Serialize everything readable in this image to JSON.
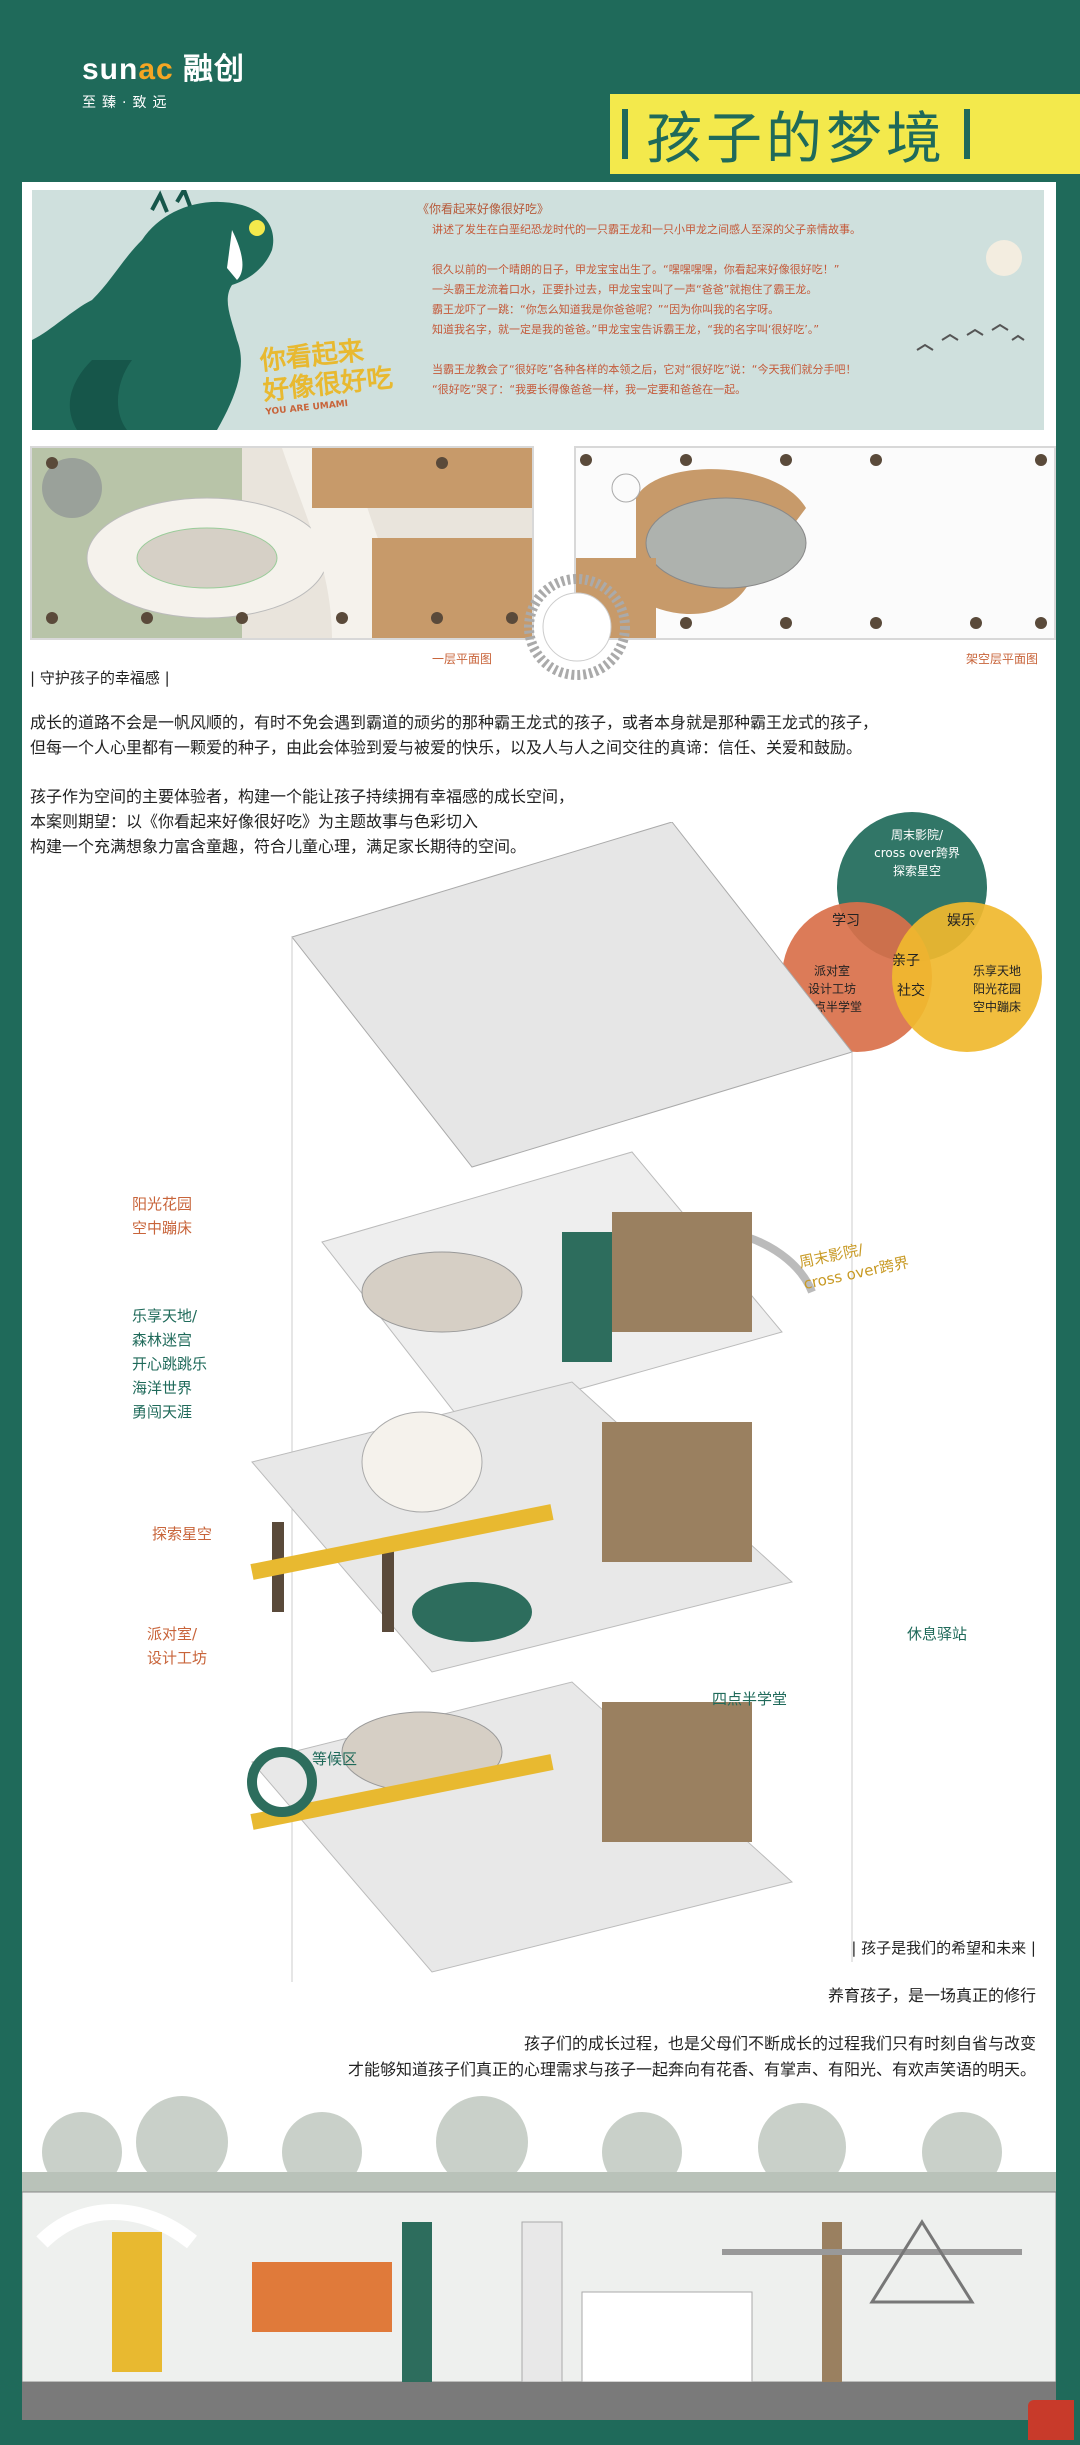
{
  "header": {
    "brand_left": "sun",
    "brand_accent": "ac",
    "brand_cn": " 融创",
    "slogan": "至臻·致远",
    "title": "孩子的梦境"
  },
  "story": {
    "book_logo_line1": "你看起来",
    "book_logo_line2": "好像很好吃",
    "book_logo_en": "YOU ARE UMAMI",
    "book_title": "《你看起来好像很好吃》",
    "lines": [
      "讲述了发生在白垩纪恐龙时代的一只霸王龙和一只小甲龙之间感人至深的父子亲情故事。",
      "",
      "很久以前的一个晴朗的日子，甲龙宝宝出生了。“嘿嘿嘿嘿，你看起来好像很好吃！”",
      "一头霸王龙流着口水，正要扑过去，甲龙宝宝叫了一声“爸爸”就抱住了霸王龙。",
      "霸王龙吓了一跳：“你怎么知道我是你爸爸呢？”“因为你叫我的名字呀。",
      "知道我名字，就一定是我的爸爸。”甲龙宝宝告诉霸王龙，“我的名字叫‘很好吃’。”",
      "",
      "当霸王龙教会了“很好吃”各种各样的本领之后，它对“很好吃”说：“今天我们就分手吧！",
      "“很好吃”哭了：“我要长得像爸爸一样，我一定要和爸爸在一起。"
    ]
  },
  "plans": {
    "ground": "一层平面图",
    "mezz": "架空层平面图"
  },
  "section1": {
    "title": "| 守护孩子的幸福感 |",
    "para1_l1": "成长的道路不会是一帆风顺的，有时不免会遇到霸道的顽劣的那种霸王龙式的孩子，或者本身就是那种霸王龙式的孩子，",
    "para1_l2": "但每一个人心里都有一颗爱的种子，由此会体验到爱与被爱的快乐，以及人与人之间交往的真谛：信任、关爱和鼓励。",
    "para2_l1": "孩子作为空间的主要体验者，构建一个能让孩子持续拥有幸福感的成长空间，",
    "para2_l2": "本案则期望：以《你看起来好像很好吃》为主题故事与色彩切入",
    "para2_l3": "构建一个充满想象力富含童趣，符合儿童心理，满足家长期待的空间。"
  },
  "venn": {
    "top_l1": "周末影院/",
    "top_l2": "cross over跨界",
    "top_l3": "探索星空",
    "learn": "学习",
    "play": "娱乐",
    "family": "亲子",
    "social": "社交",
    "left_l1": "派对室",
    "left_l2": "设计工坊",
    "left_l3": "四点半学堂",
    "right_l1": "乐享天地",
    "right_l2": "阳光花园",
    "right_l3": "空中蹦床",
    "colors": {
      "teal": "#1f6a5a",
      "orange": "#d9704a",
      "yellow": "#f0b92e"
    }
  },
  "axo_labels": {
    "garden_l1": "阳光花园",
    "garden_l2": "空中蹦床",
    "fun_l1": "乐享天地/",
    "fun_l2": "森林迷宫",
    "fun_l3": "开心跳跳乐",
    "fun_l4": "海洋世界",
    "fun_l5": "勇闯天涯",
    "star": "探索星空",
    "party_l1": "派对室/",
    "party_l2": "设计工坊",
    "cinema_l1": "周末影院/",
    "cinema_l2": "cross over跨界",
    "rest": "休息驿站",
    "school": "四点半学堂",
    "wait": "等候区"
  },
  "closing": {
    "tag": "| 孩子是我们的希望和未来 |",
    "line1": "养育孩子，是一场真正的修行",
    "line2": "孩子们的成长过程，也是父母们不断成长的过程我们只有时刻自省与改变",
    "line3": "才能够知道孩子们真正的心理需求与孩子一起奔向有花香、有掌声、有阳光、有欢声笑语的明天。"
  }
}
